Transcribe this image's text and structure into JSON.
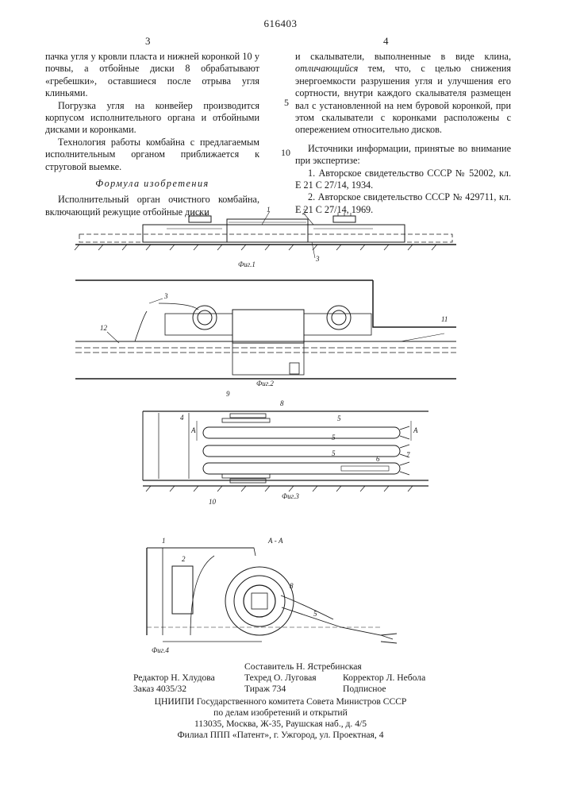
{
  "header": {
    "patent_number": "616403",
    "col_left_number": "3",
    "col_right_number": "4"
  },
  "left_column": {
    "p1": "пачка угля у кровли пласта и нижней коронкой 10 у почвы, а отбойные диски 8 обрабатывают «гребешки», оставшиеся после отрыва угля клиньями.",
    "p2": "Погрузка угля на конвейер производится корпусом исполнительного органа и отбойными дисками и коронками.",
    "p3": "Технология работы комбайна с предлагаемым исполнительным органом приближается к струговой выемке.",
    "heading": "Формула изобретения",
    "p4": "Исполнительный орган очистного комбайна, включающий режущие отбойные диски"
  },
  "right_column": {
    "p1_start": "и скалыватели, выполненные в виде клина,",
    "p1_em": "отличающийся",
    "p1_rest": " тем, что, с целью снижения энергоемкости разрушения угля и улучшения его сортности, внутри каждого скалывателя размещен вал с установленной на нем буровой коронкой, при этом скалыватели с коронками расположены с опережением относительно дисков.",
    "sources_title": "Источники информации, принятые во внимание при экспертизе:",
    "source1": "1. Авторское свидетельство СССР № 52002, кл. Е 21 С 27/14, 1934.",
    "source2": "2. Авторское свидетельство СССР № 429711, кл. Е 21 С 27/14, 1969."
  },
  "line_numbers": [
    "5",
    "10"
  ],
  "figures": {
    "fig1": {
      "caption": "Фиг.1",
      "labels": [
        "1",
        "2",
        "3"
      ]
    },
    "fig2": {
      "caption": "Фиг.2",
      "labels": [
        "3",
        "12",
        "11"
      ]
    },
    "fig3": {
      "caption": "Фиг.3",
      "labels": [
        "9",
        "8",
        "4",
        "5",
        "5",
        "5",
        "6",
        "7",
        "10",
        "А",
        "А"
      ]
    },
    "fig4": {
      "caption": "Фиг.4",
      "section": "А - А",
      "labels": [
        "1",
        "2",
        "8",
        "5"
      ]
    }
  },
  "credits": {
    "compiler": "Составитель Н. Ястребинская",
    "editor": "Редактор Н. Хлудова",
    "tech_editor": "Техред О. Луговая",
    "corrector": "Корректор Л. Небола",
    "order": "Заказ 4035/32",
    "circulation": "Тираж 734",
    "subscription": "Подписное"
  },
  "publisher": {
    "line1": "ЦНИИПИ Государственного комитета Совета Министров СССР",
    "line2": "по делам изобретений и открытий",
    "line3": "113035, Москва, Ж-35, Раушская наб., д. 4/5",
    "line4": "Филиал ППП «Патент», г. Ужгород, ул. Проектная, 4"
  }
}
